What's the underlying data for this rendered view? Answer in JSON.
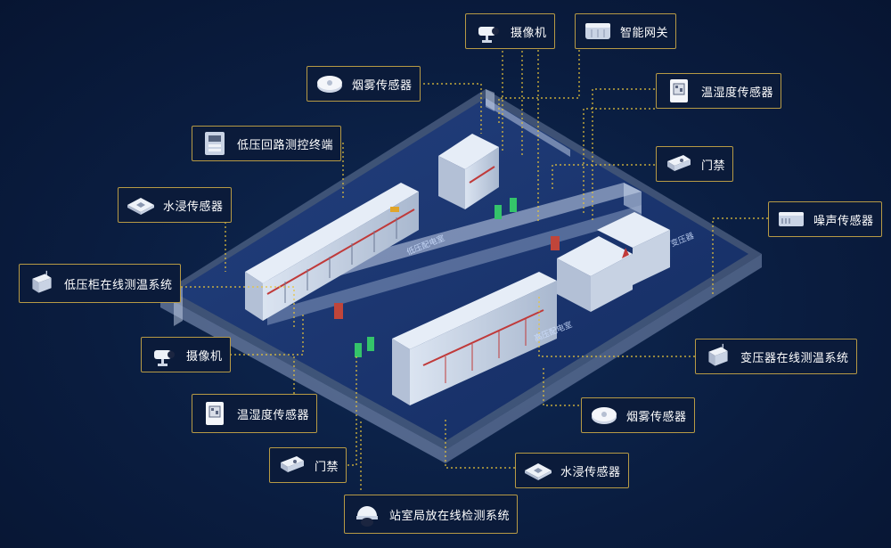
{
  "colors": {
    "background": "#0a1d40",
    "box_border": "#b79a45",
    "connector": "#e8c43a",
    "label_text": "#ffffff",
    "floor": "#1a3570",
    "wall": "#c7d3ea"
  },
  "rooms": {
    "low_voltage": "低压配电室",
    "high_voltage": "高压配电室",
    "transformer": "变压器"
  },
  "labels": [
    {
      "id": "camera-top",
      "text": "摄像机",
      "icon": "camera-icon"
    },
    {
      "id": "gateway",
      "text": "智能网关",
      "icon": "gateway-icon"
    },
    {
      "id": "smoke-top",
      "text": "烟雾传感器",
      "icon": "smoke-detector-icon"
    },
    {
      "id": "temp-hum-top",
      "text": "温湿度传感器",
      "icon": "temp-humidity-sensor-icon"
    },
    {
      "id": "lv-terminal",
      "text": "低压回路测控终端",
      "icon": "meter-icon"
    },
    {
      "id": "door-top",
      "text": "门禁",
      "icon": "door-access-icon"
    },
    {
      "id": "water-top",
      "text": "水浸传感器",
      "icon": "water-sensor-icon"
    },
    {
      "id": "noise",
      "text": "噪声传感器",
      "icon": "noise-sensor-icon"
    },
    {
      "id": "lv-temp",
      "text": "低压柜在线测温系统",
      "icon": "temp-module-icon"
    },
    {
      "id": "camera-bottom",
      "text": "摄像机",
      "icon": "camera-icon"
    },
    {
      "id": "transformer-temp",
      "text": "变压器在线测温系统",
      "icon": "temp-module-icon"
    },
    {
      "id": "temp-hum-bottom",
      "text": "温湿度传感器",
      "icon": "temp-humidity-sensor-icon"
    },
    {
      "id": "smoke-bottom",
      "text": "烟雾传感器",
      "icon": "smoke-detector-icon"
    },
    {
      "id": "door-bottom",
      "text": "门禁",
      "icon": "door-access-icon"
    },
    {
      "id": "water-bottom",
      "text": "水浸传感器",
      "icon": "water-sensor-icon"
    },
    {
      "id": "pd-monitor",
      "text": "站室局放在线检测系统",
      "icon": "dome-camera-icon"
    }
  ]
}
